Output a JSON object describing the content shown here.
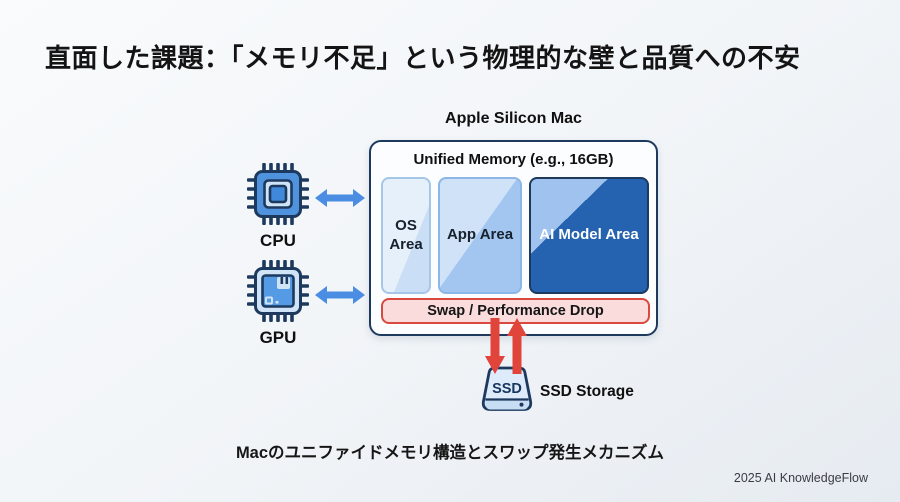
{
  "slide": {
    "title": "直面した課題：「メモリ不足」という物理的な壁と品質への不安",
    "caption": "Macのユニファイドメモリ構造とスワップ発生メカニズム",
    "footer": "2025 AI KnowledgeFlow"
  },
  "diagram": {
    "apple_label": "Apple Silicon Mac",
    "memory": {
      "title": "Unified Memory (e.g., 16GB)",
      "areas": [
        {
          "label": "OS Area",
          "text_color": "#17212e",
          "border": "#a6c6e8",
          "color_top": "#e6f0fb",
          "color_bottom": "#cadef5"
        },
        {
          "label": "App Area",
          "text_color": "#17212e",
          "border": "#8cb6e6",
          "color_top": "#cfe2f8",
          "color_bottom": "#a2c6ef"
        },
        {
          "label": "AI Model Area",
          "text_color": "#ffffff",
          "border": "#1d3a5e",
          "color_top": "#a0c2ee",
          "color_bottom": "#2563b0"
        }
      ],
      "swap": {
        "label": "Swap / Performance Drop",
        "fill": "#fadcdc",
        "border": "#d9493f"
      }
    },
    "processors": [
      {
        "label": "CPU"
      },
      {
        "label": "GPU"
      }
    ],
    "storage": {
      "badge": "SSD",
      "label": "SSD Storage"
    },
    "colors": {
      "blue_arrow": "#4a8de2",
      "red_arrow": "#e0443a",
      "navy": "#1d3a5e"
    }
  }
}
